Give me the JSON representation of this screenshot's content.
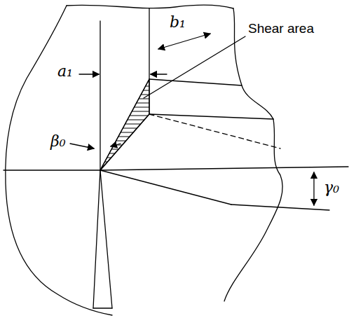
{
  "diagram": {
    "labels": [
      "Shear area",
      "b₁",
      "a₁",
      "β₀",
      "γ₀"
    ]
  }
}
